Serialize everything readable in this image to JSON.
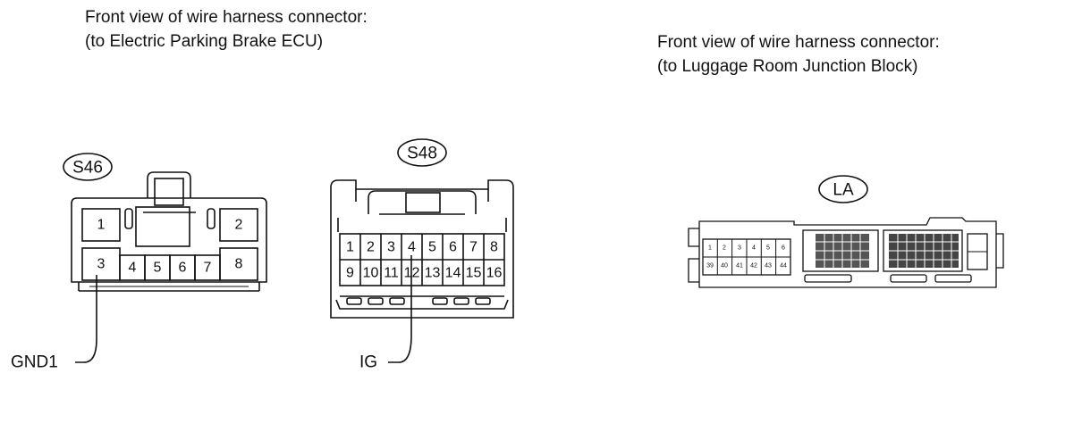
{
  "left_caption": {
    "line1": "Front view of wire harness connector:",
    "line2": "(to Electric Parking Brake ECU)"
  },
  "right_caption": {
    "line1": "Front view of wire harness connector:",
    "line2": "(to Luggage Room Junction Block)"
  },
  "connectors": {
    "s46": {
      "id": "S46",
      "pins": [
        "1",
        "2",
        "3",
        "4",
        "5",
        "6",
        "7",
        "8"
      ],
      "signal": "GND1"
    },
    "s48": {
      "id": "S48",
      "pins_top": [
        "1",
        "2",
        "3",
        "4",
        "5",
        "6",
        "7",
        "8"
      ],
      "pins_bottom": [
        "9",
        "10",
        "11",
        "12",
        "13",
        "14",
        "15",
        "16"
      ],
      "signal": "IG"
    },
    "la": {
      "id": "LA",
      "pins_top": [
        "1",
        "2",
        "3",
        "4",
        "5",
        "6"
      ],
      "pins_bottom": [
        "39",
        "40",
        "41",
        "42",
        "43",
        "44"
      ]
    }
  }
}
